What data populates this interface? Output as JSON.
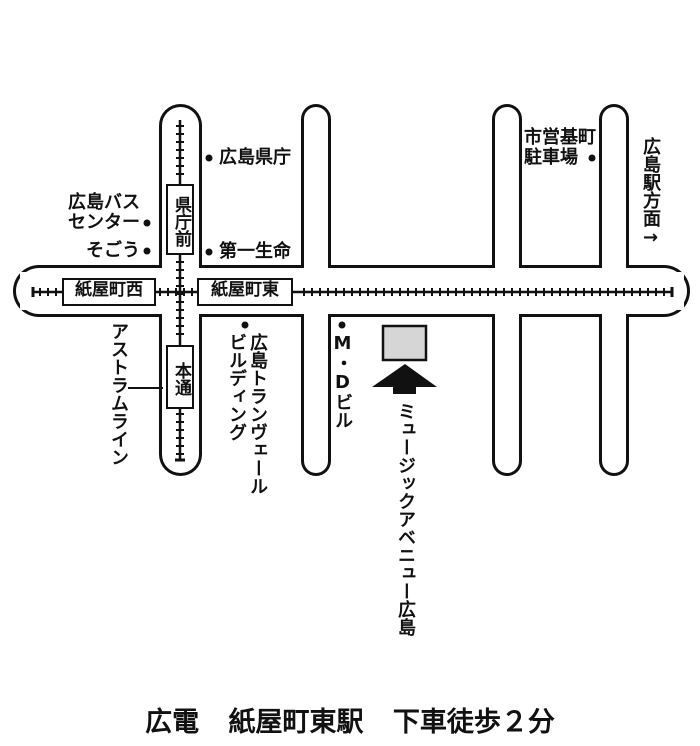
{
  "stops": {
    "kamiyacho_nishi": "紙屋町西",
    "kamiyacho_higashi": "紙屋町東",
    "kencho_mae": "県庁前",
    "hondori": "本通"
  },
  "landmarks": {
    "bus_center_line1": "広島バス",
    "bus_center_line2": "センター",
    "sogo": "そごう",
    "prefectural_office": "広島県庁",
    "daiichi_seimei": "第一生命",
    "shiei_line1": "市営基町",
    "shiei_line2": "駐車場",
    "transvale": "広島トランヴェール",
    "transvale_line2": "ビルディング",
    "mid_building": "M・Dビル",
    "venue": "ミュージックアベニュー広島",
    "astram": "アストラムライン",
    "station_direction": "広島駅方面→"
  },
  "footer": {
    "line": "広電",
    "station": "紙屋町東駅",
    "walk": "下車徒歩２分"
  },
  "colors": {
    "ink": "#111111",
    "building_fill": "#d6d6d6",
    "road_fill": "#ffffff"
  },
  "icons": {
    "landmark_marker": "filled-dot",
    "venue_marker": "up-arrow"
  }
}
